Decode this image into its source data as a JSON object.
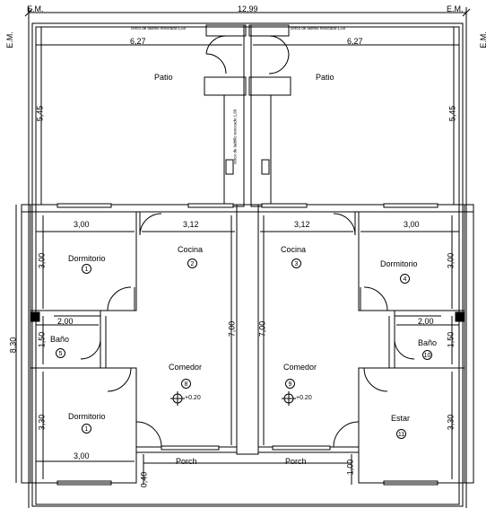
{
  "header": {
    "em_label": "E.M.",
    "total_width": "12,99"
  },
  "walls_note": {
    "brick_wall": "cerco de ladrillo revocado:1,60",
    "brick_wall_mid": "cerco de ladrillo revocado:1,60"
  },
  "left_unit": {
    "patio": {
      "label": "Patio",
      "width": "6,27",
      "depth": "5,45"
    },
    "dormitorio_top": {
      "label": "Dormitorio",
      "num": "1",
      "width": "3,00",
      "depth": "3,00"
    },
    "cocina": {
      "label": "Cocina",
      "num": "2",
      "width": "3,12"
    },
    "bano": {
      "label": "Baño",
      "num": "5",
      "width": "2,00",
      "depth": "1,50"
    },
    "comedor": {
      "label": "Comedor",
      "num": "8",
      "level": "+0.20",
      "depth": "7,00"
    },
    "dormitorio_bottom": {
      "label": "Dormitorio",
      "num": "1",
      "width": "3,00",
      "depth": "3,30"
    },
    "porch": {
      "label": "Porch",
      "depth": "0,40"
    },
    "total_depth": "8,30"
  },
  "right_unit": {
    "patio": {
      "label": "Patio",
      "width": "6,27",
      "depth": "5,45"
    },
    "dormitorio_top": {
      "label": "Dormitorio",
      "num": "4",
      "width": "3,00",
      "depth": "3,00"
    },
    "cocina": {
      "label": "Cocina",
      "num": "3",
      "width": "3,12"
    },
    "bano": {
      "label": "Baño",
      "num": "10",
      "width": "2,00",
      "depth": "1,50"
    },
    "comedor": {
      "label": "Comedor",
      "num": "9",
      "level": "+0.20",
      "depth": "7,00"
    },
    "estar": {
      "label": "Estar",
      "num": "11",
      "depth": "3,30"
    },
    "porch": {
      "label": "Porch",
      "depth": "1,00"
    }
  }
}
